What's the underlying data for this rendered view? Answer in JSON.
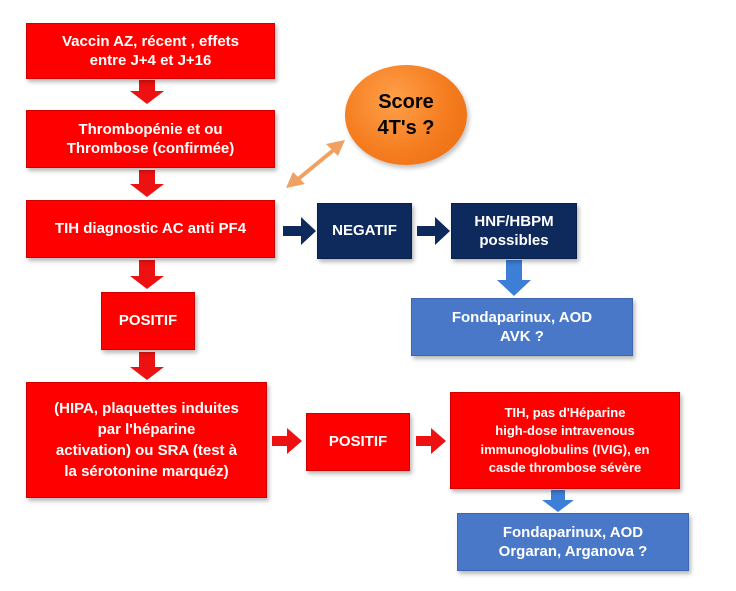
{
  "nodes": {
    "vaccine": {
      "text": "Vaccin AZ, récent , effets\nentre J+4 et  J+16"
    },
    "thrombo": {
      "text": "Thrombopénie et ou\nThrombose (confirmée)"
    },
    "tih_diag": {
      "text": "TIH diagnostic AC anti PF4"
    },
    "negatif": {
      "text": "NEGATIF"
    },
    "hnf": {
      "text": "HNF/HBPM\npossibles"
    },
    "fonda1": {
      "text": "Fondaparinux, AOD\nAVK ?"
    },
    "positif1": {
      "text": "POSITIF"
    },
    "hipa": {
      "text": "(HIPA, plaquettes induites\npar l'héparine\nactivation) ou SRA (test à\nla sérotonine marquéz)"
    },
    "positif2": {
      "text": "POSITIF"
    },
    "tih_pas": {
      "text": "TIH, pas d'Héparine\nhigh-dose intravenous\nimmunoglobulins (IVIG), en\ncasde thrombose sévère"
    },
    "fonda2": {
      "text": "Fondaparinux, AOD\nOrgaran, Arganova ?"
    },
    "score": {
      "text": "Score\n4T's ?"
    }
  },
  "colors": {
    "red_box": "#ff0000",
    "red_arrow": "#ee1111",
    "navy_box": "#0e2a5c",
    "navy_arrow": "#0e2a5c",
    "blue_box": "#4a78c8",
    "blue_arrow": "#3d7fd6",
    "orange_circle": "#f57c1f",
    "orange_arrow": "#f0a060"
  }
}
